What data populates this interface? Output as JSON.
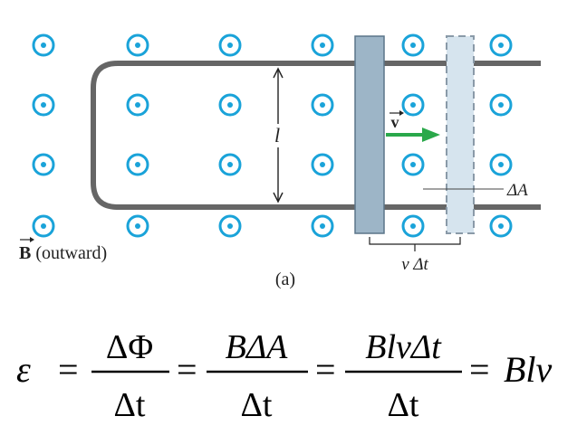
{
  "figure": {
    "label_l": "l",
    "label_v": "v",
    "label_delta_a": "ΔA",
    "label_b_symbol": "B",
    "label_b_suffix": " (outward)",
    "label_v_delta_t": "v Δt",
    "caption": "(a)",
    "colors": {
      "field_symbol": "#1aa3d9",
      "rail": "#666666",
      "rod": "#9db5c7",
      "rod_ghost": "#d6e4ee",
      "arrow": "#2aa84a"
    },
    "field_symbol_icon": "dot-in-circle-outward"
  },
  "equation": {
    "emf": "ε",
    "eq1": "=",
    "num1": "ΔΦ",
    "den1": "Δt",
    "eq2": "=",
    "num2": "BΔA",
    "den2": "Δt",
    "eq3": "=",
    "num3": "BlvΔt",
    "den3": "Δt",
    "eq4": "=",
    "result": "Blv"
  }
}
